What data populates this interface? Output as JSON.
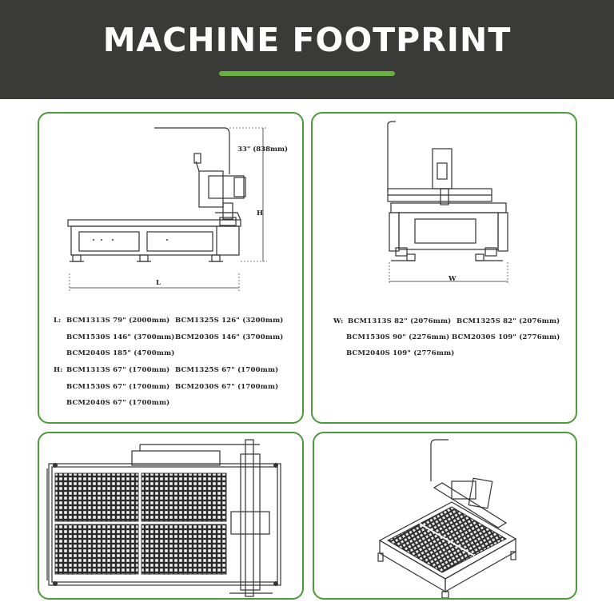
{
  "header": {
    "title": "MACHINE FOOTPRINT"
  },
  "colors": {
    "header_bg": "#3a3a38",
    "accent": "#6ab23e",
    "border": "#4d9a3a",
    "line": "#333333"
  },
  "side_view": {
    "top_dim": "33\" (838mm)",
    "h_marker": "H",
    "l_marker": "L",
    "length_title": "L:",
    "length_specs": [
      "BCM1313S  79\" (2000mm)",
      "BCM1325S  126\" (3200mm)",
      "BCM1530S  146\" (3700mm)",
      "BCM2030S  146\" (3700mm)",
      "BCM2040S  185\" (4700mm)"
    ],
    "height_title": "H:",
    "height_specs": [
      "BCM1313S  67\" (1700mm)",
      "BCM1325S  67\" (1700mm)",
      "BCM1530S  67\" (1700mm)",
      "BCM2030S  67\" (1700mm)",
      "BCM2040S  67\" (1700mm)"
    ]
  },
  "front_view": {
    "w_marker": "W",
    "width_title": "W:",
    "width_specs": [
      "BCM1313S  82\" (2076mm)",
      "BCM1325S  82\" (2076mm)",
      "BCM1530S  90\" (2276mm)",
      "BCM2030S  109\" (2776mm)",
      "BCM2040S  109\" (2776mm)"
    ]
  },
  "top_view": {},
  "iso_view": {}
}
